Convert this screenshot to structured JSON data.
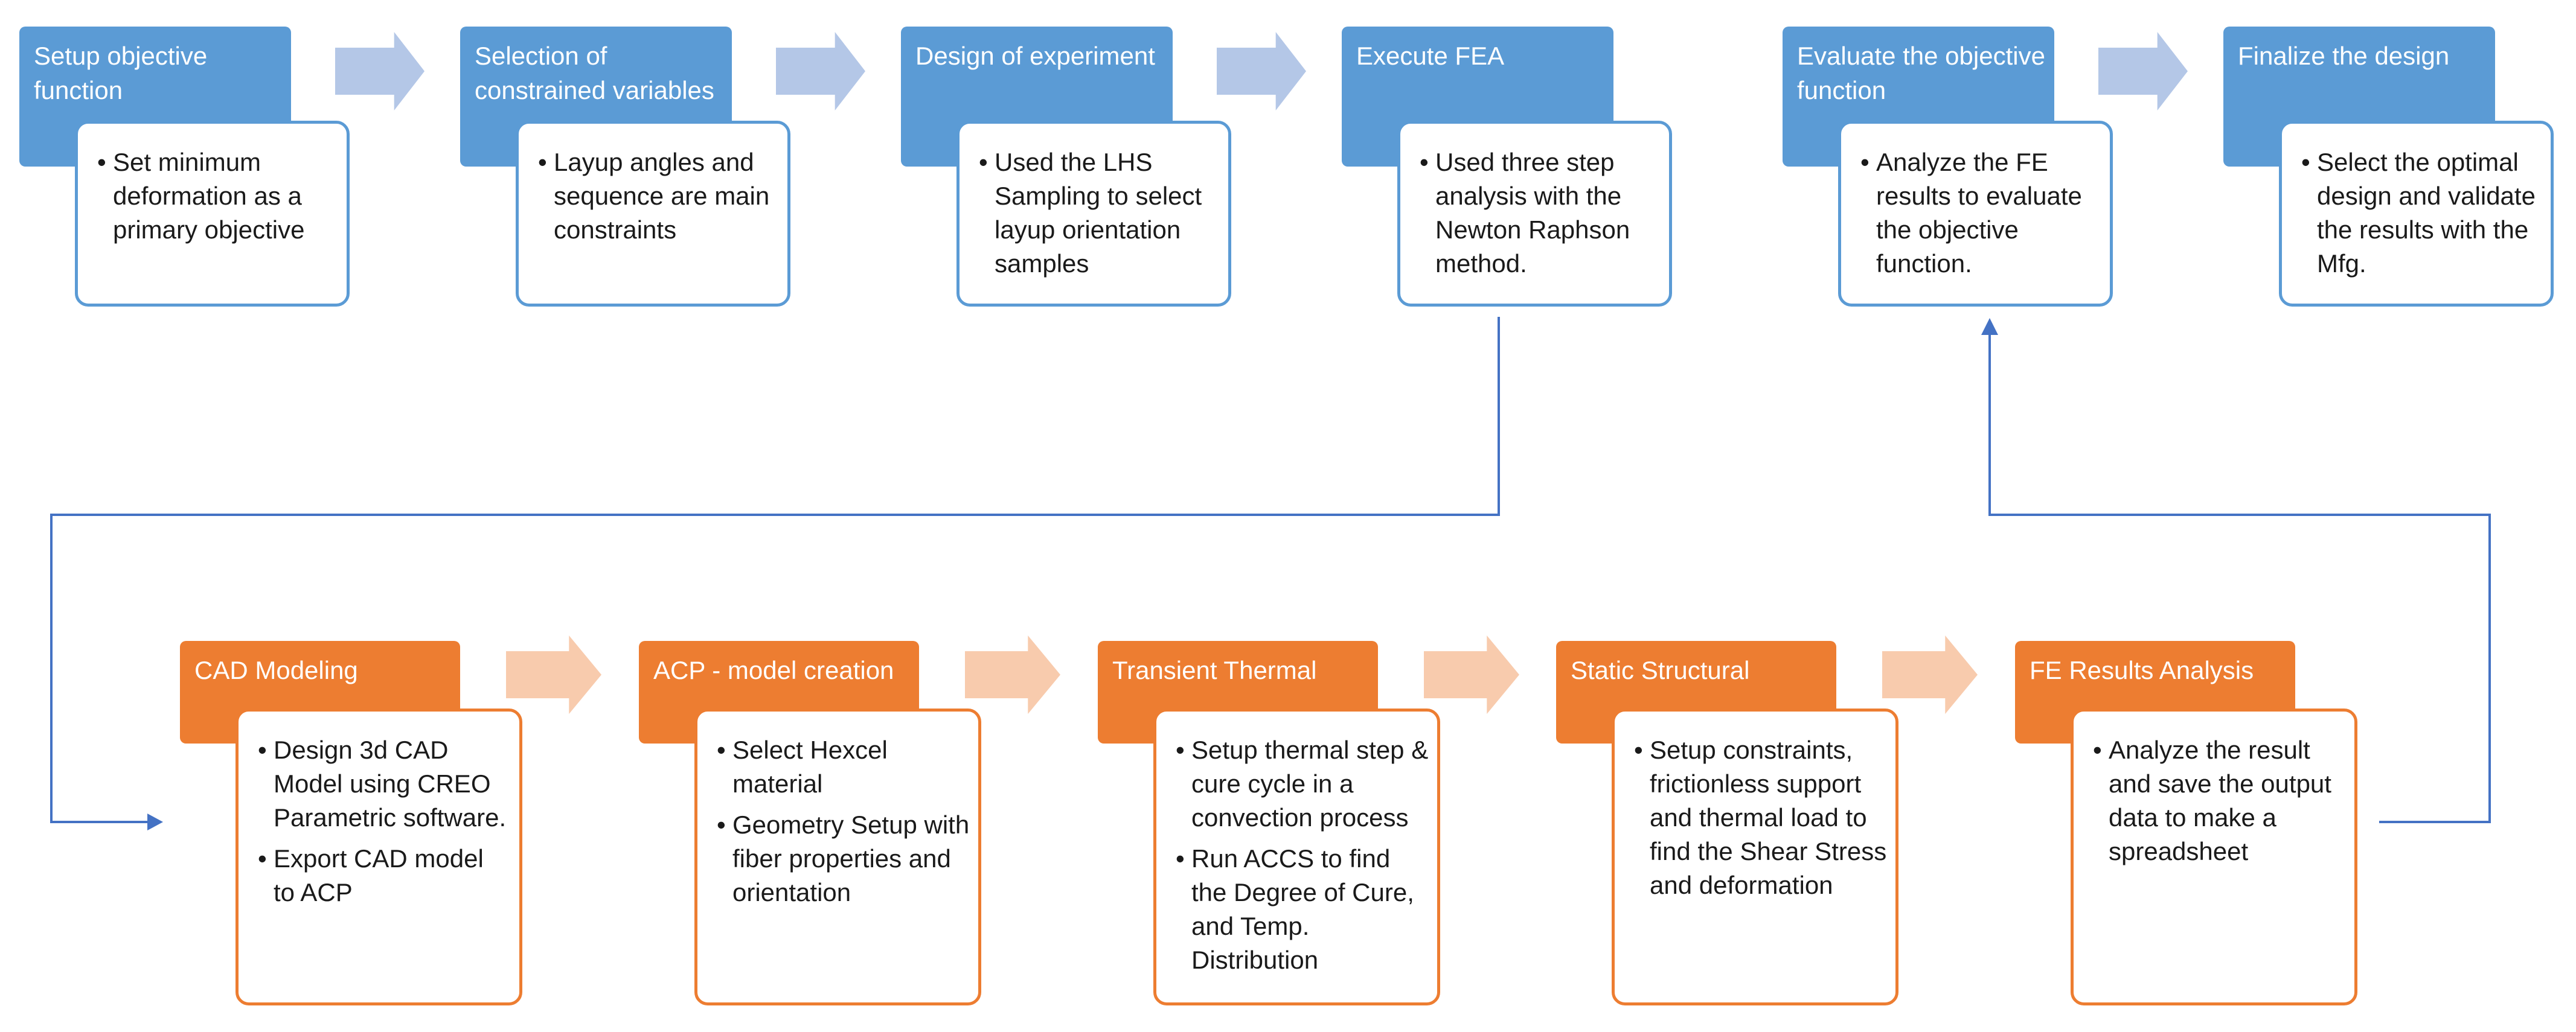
{
  "colors": {
    "blue_header": "#5b9bd5",
    "blue_arrow": "#b4c7e7",
    "orange_header": "#ed7d31",
    "orange_arrow": "#f8cbad",
    "connector": "#4472c4"
  },
  "top_steps": [
    {
      "title": "Setup objective function",
      "bullets": [
        "Set minimum deformation as a primary objective"
      ]
    },
    {
      "title": "Selection of constrained variables",
      "bullets": [
        "Layup angles and sequence are main constraints"
      ]
    },
    {
      "title": "Design of experiment",
      "bullets": [
        "Used the LHS Sampling to select layup orientation samples"
      ]
    },
    {
      "title": "Execute FEA",
      "bullets": [
        "Used three step analysis with the Newton Raphson method."
      ]
    },
    {
      "title": "Evaluate the objective function",
      "bullets": [
        "Analyze the FE results to evaluate the objective function."
      ]
    },
    {
      "title": "Finalize the design",
      "bullets": [
        "Select the optimal design and validate the results with the Mfg."
      ]
    }
  ],
  "bottom_steps": [
    {
      "title": "CAD Modeling",
      "bullets": [
        "Design 3d CAD Model using CREO Parametric software.",
        "Export CAD model to ACP"
      ]
    },
    {
      "title": "ACP - model creation",
      "bullets": [
        "Select Hexcel material",
        "Geometry Setup with fiber properties and orientation"
      ]
    },
    {
      "title": "Transient Thermal",
      "bullets": [
        "Setup thermal step & cure cycle in a convection process",
        "Run ACCS to find the Degree of Cure, and Temp. Distribution"
      ]
    },
    {
      "title": "Static Structural",
      "bullets": [
        "Setup constraints, frictionless support and thermal load to find the Shear Stress and deformation"
      ]
    },
    {
      "title": "FE Results Analysis",
      "bullets": [
        "Analyze the result and save the output data to make a spreadsheet"
      ]
    }
  ]
}
